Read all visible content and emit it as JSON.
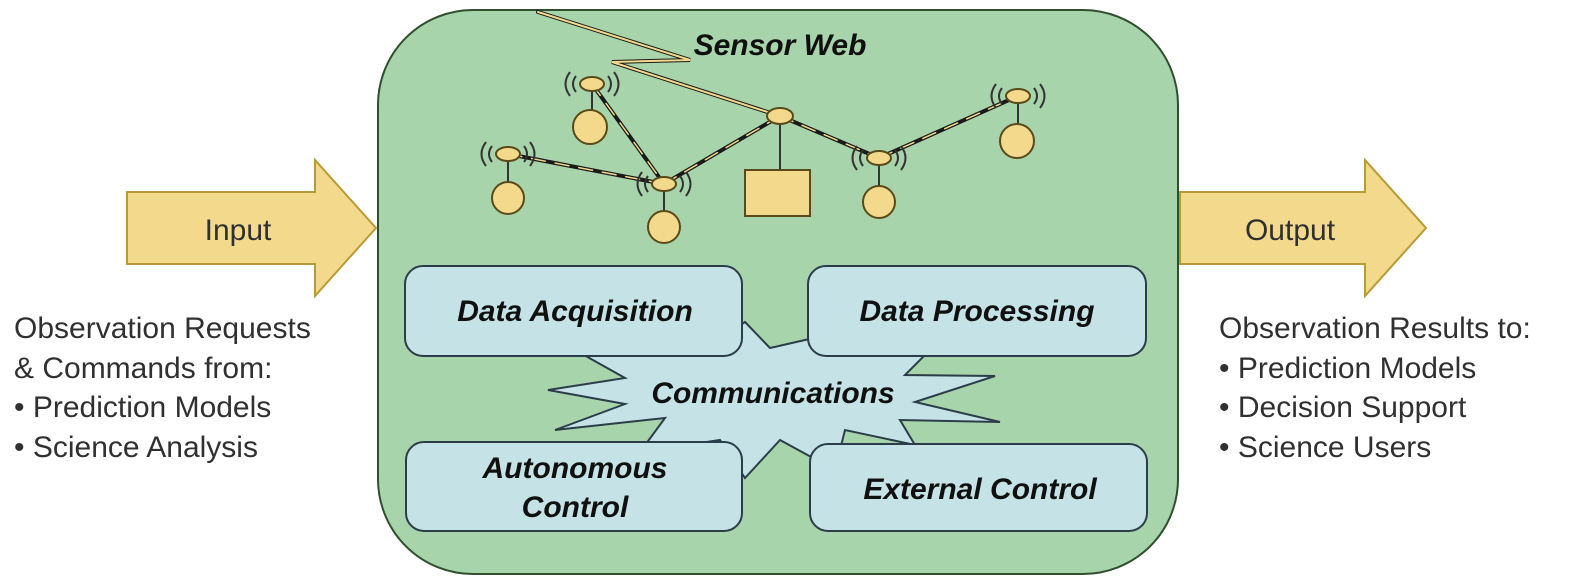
{
  "diagram": {
    "title": "Sensor Web",
    "input": {
      "label": "Input",
      "desc_lines": [
        "Observation Requests",
        "& Commands from:",
        "• Prediction Models",
        "• Science Analysis"
      ]
    },
    "output": {
      "label": "Output",
      "desc_lines": [
        "Observation Results to:",
        "• Prediction Models",
        "• Decision Support",
        "• Science Users"
      ]
    },
    "components": {
      "data_acquisition": "Data Acquisition",
      "data_processing": "Data Processing",
      "communications": "Communications",
      "autonomous_control_lines": [
        "Autonomous",
        "Control"
      ],
      "external_control": "External Control"
    },
    "colors": {
      "web_fill": "#a8d4ab",
      "web_stroke": "#2f4f2f",
      "arrow_fill": "#f2d98c",
      "arrow_stroke": "#b89a3a",
      "box_fill": "#c5e3e6",
      "box_stroke": "#2c3d4a",
      "node_fill": "#f2d98c",
      "node_stroke": "#5a4a1a"
    }
  }
}
